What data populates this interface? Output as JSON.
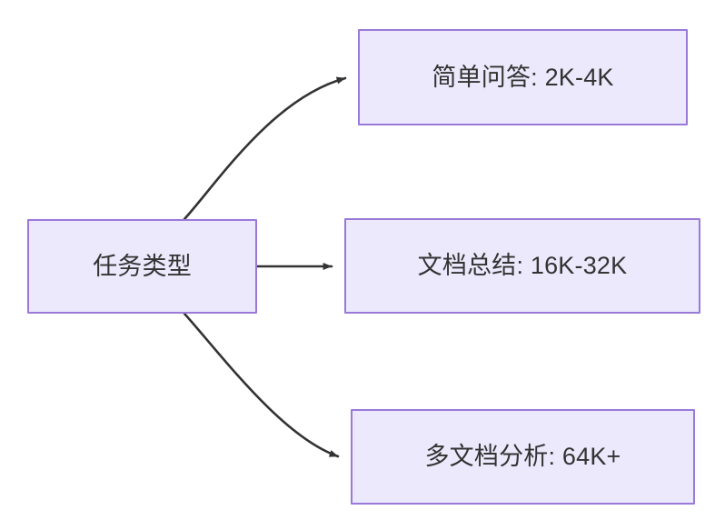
{
  "diagram": {
    "type": "flowchart",
    "direction": "left-to-right",
    "colors": {
      "node_fill": "#ebe9fb",
      "node_border": "#9a79d8",
      "text": "#333333",
      "edge": "#333333",
      "background": "#ffffff"
    },
    "nodes": [
      {
        "id": "source",
        "label": "任务类型",
        "role": "root"
      },
      {
        "id": "simple-qa",
        "label": "简单问答: 2K-4K",
        "role": "leaf"
      },
      {
        "id": "doc-summary",
        "label": "文档总结: 16K-32K",
        "role": "leaf"
      },
      {
        "id": "multi-doc",
        "label": "多文档分析: 64K+",
        "role": "leaf"
      }
    ],
    "edges": [
      {
        "id": "edge-source-to-simple-qa",
        "from": "任务类型",
        "to": "简单问答: 2K-4K",
        "label": "",
        "style": "curved-arrow"
      },
      {
        "id": "edge-source-to-doc-summary",
        "from": "任务类型",
        "to": "文档总结: 16K-32K",
        "label": "",
        "style": "straight-arrow"
      },
      {
        "id": "edge-source-to-multi-doc",
        "from": "任务类型",
        "to": "多文档分析: 64K+",
        "label": "",
        "style": "curved-arrow"
      }
    ]
  }
}
